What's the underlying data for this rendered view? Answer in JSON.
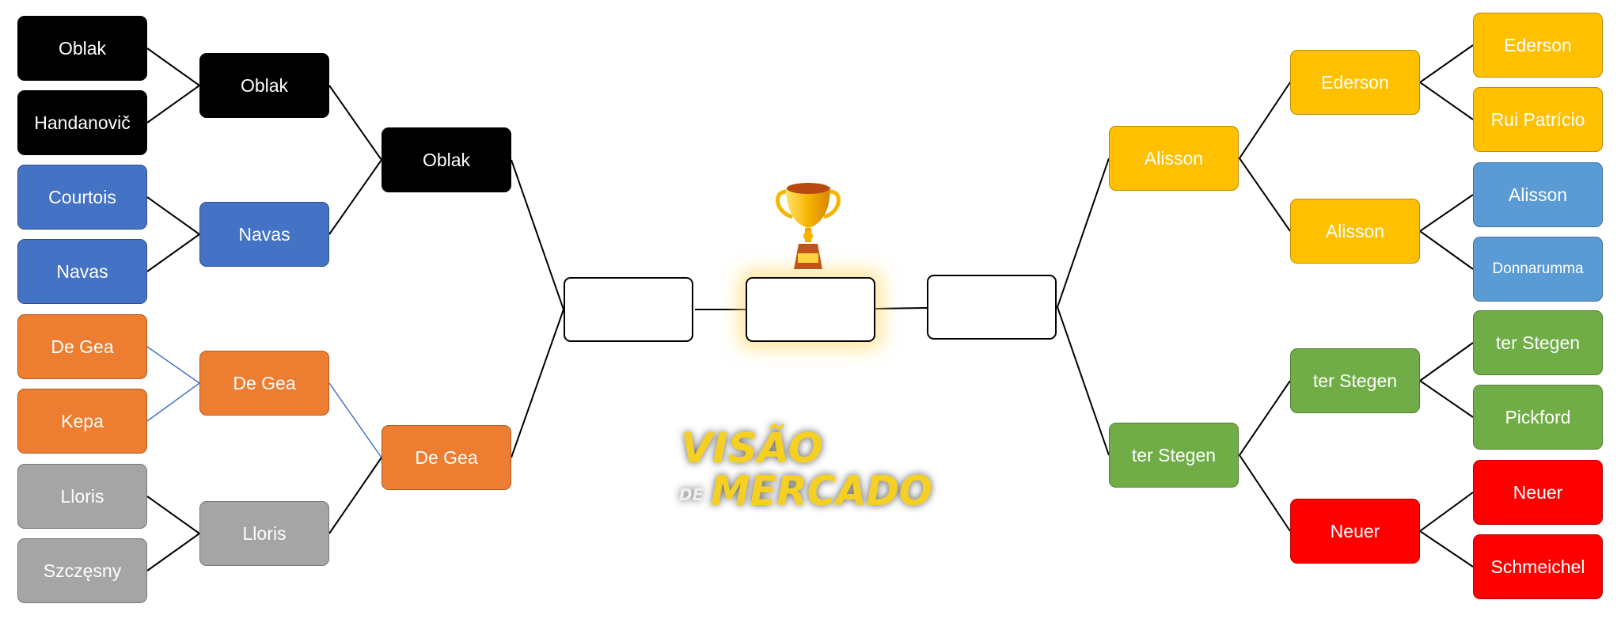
{
  "left": {
    "round1": [
      "Oblak",
      "Handanovič",
      "Courtois",
      "Navas",
      "De Gea",
      "Kepa",
      "Lloris",
      "Szczęsny"
    ],
    "round2": [
      "Oblak",
      "Navas",
      "De Gea",
      "Lloris"
    ],
    "round3": [
      "Oblak",
      "De Gea"
    ],
    "semifinal": ""
  },
  "right": {
    "round1": [
      "Ederson",
      "Rui Patrício",
      "Alisson",
      "Donnarumma",
      "ter Stegen",
      "Pickford",
      "Neuer",
      "Schmeichel"
    ],
    "round2": [
      "Ederson",
      "Alisson",
      "ter Stegen",
      "Neuer"
    ],
    "round3": [
      "Alisson",
      "ter Stegen"
    ],
    "semifinal": ""
  },
  "final": "",
  "logo_text": "VISÃO DE MERCADO",
  "colors": {
    "black": "#000000",
    "blue": "#4472c4",
    "orange": "#ed7d31",
    "gray": "#a5a5a5",
    "gold": "#ffc000",
    "light_blue": "#5b9bd5",
    "green": "#70ad47",
    "red": "#ff0000"
  }
}
